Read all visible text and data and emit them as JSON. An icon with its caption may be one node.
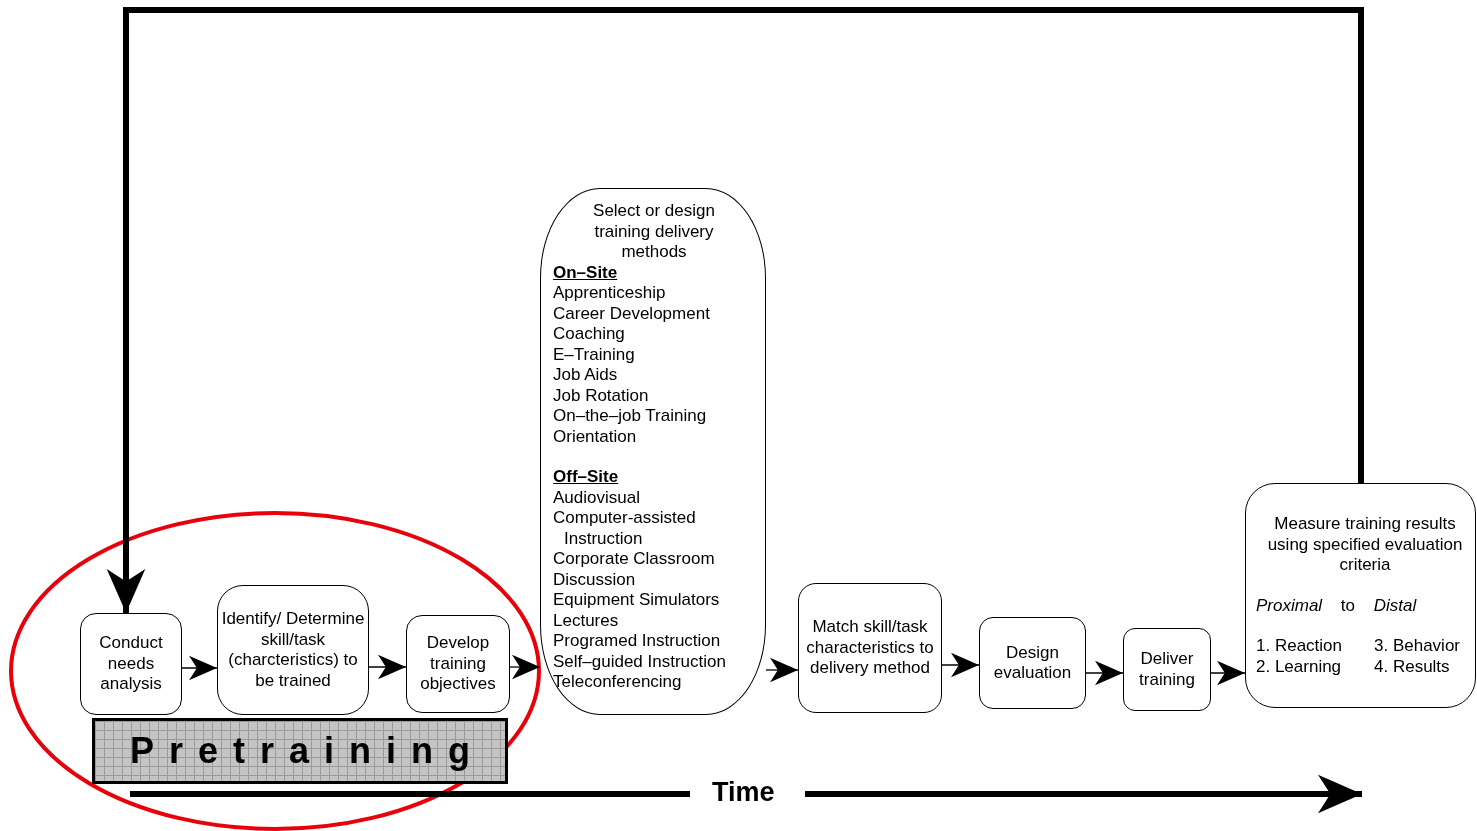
{
  "diagram": {
    "nodes": [
      {
        "text": [
          "Conduct needs analysis"
        ]
      },
      {
        "text": [
          "Identify/ Determine skill/task (charcteristics) to be trained"
        ]
      },
      {
        "text": [
          "Develop training objectives"
        ]
      },
      {
        "text": [
          "Select or design training delivery methods",
          "On–Site",
          "Apprenticeship",
          "Career Development",
          "Coaching",
          "E–Training",
          "Job Aids",
          "Job Rotation",
          "On–the–job Training",
          "Orientation",
          "Off–Site",
          "Audiovisual",
          "Computer-assisted Instruction",
          "Corporate Classroom",
          "Discussion",
          "Equipment Simulators",
          "Lectures",
          "Programed Instruction",
          "Self–guided Instruction",
          "Teleconferencing"
        ]
      },
      {
        "text": [
          "Match skill/task characteristics to delivery method"
        ]
      },
      {
        "text": [
          "Design evaluation"
        ]
      },
      {
        "text": [
          "Deliver training"
        ]
      },
      {
        "text": [
          "Measure training results using specified evaluation criteria",
          "*Proximal* to *Distal*",
          "1. Reaction",
          "3. Behavior",
          "2. Learning",
          "4. Results"
        ]
      },
      {
        "text": [
          "Pretraining"
        ]
      }
    ],
    "edges": [
      {
        "from": 0,
        "to": 1,
        "arrow": "to"
      },
      {
        "from": 1,
        "to": 2,
        "arrow": "to"
      },
      {
        "from": 2,
        "to": 3,
        "arrow": "to"
      },
      {
        "from": 3,
        "to": 4,
        "arrow": "to"
      },
      {
        "from": 4,
        "to": 5,
        "arrow": "to"
      },
      {
        "from": 5,
        "to": 6,
        "arrow": "to"
      },
      {
        "from": 6,
        "to": 7,
        "arrow": "to"
      },
      {
        "from": 7,
        "to": 0,
        "arrow": "to",
        "style": "thick"
      }
    ],
    "labels": [
      "Time"
    ]
  }
}
